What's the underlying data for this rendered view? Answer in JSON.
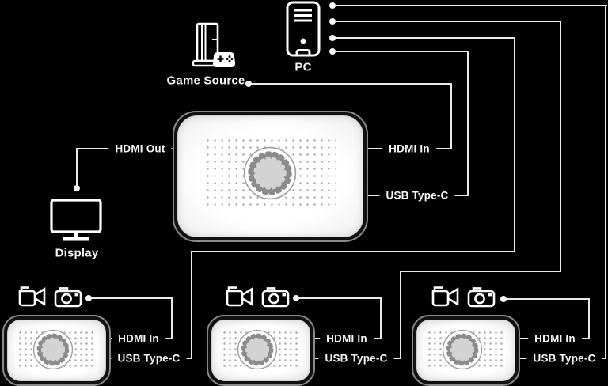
{
  "colors": {
    "background": "#000000",
    "line": "#e9e9e9",
    "text": "#f5f5f5",
    "device_face": "#ffffff",
    "device_bezel": "#111111",
    "device_rim": "#8a8a8a",
    "dial_ring": "#8b8b8b",
    "dial_core": "#d3d3d3",
    "dots": "#ababab"
  },
  "nodes": {
    "pc": {
      "label": "PC"
    },
    "game_source": {
      "label": "Game Source"
    },
    "display": {
      "label": "Display"
    }
  },
  "hub": {
    "hdmi_out_label": "HDMI Out",
    "hdmi_in_label": "HDMI In",
    "usb_type_c_label": "USB Type-C"
  },
  "cameras": [
    {
      "hdmi_in_label": "HDMI In",
      "usb_type_c_label": "USB Type-C"
    },
    {
      "hdmi_in_label": "HDMI In",
      "usb_type_c_label": "USB Type-C"
    },
    {
      "hdmi_in_label": "HDMI In",
      "usb_type_c_label": "USB Type-C"
    }
  ],
  "icons": {
    "pc": "pc-tower-icon",
    "game_source": "game-console-icon",
    "display": "monitor-icon",
    "camera_sources": [
      "video-camera-icon",
      "photo-camera-icon"
    ],
    "hub_control": "dial-knob"
  }
}
